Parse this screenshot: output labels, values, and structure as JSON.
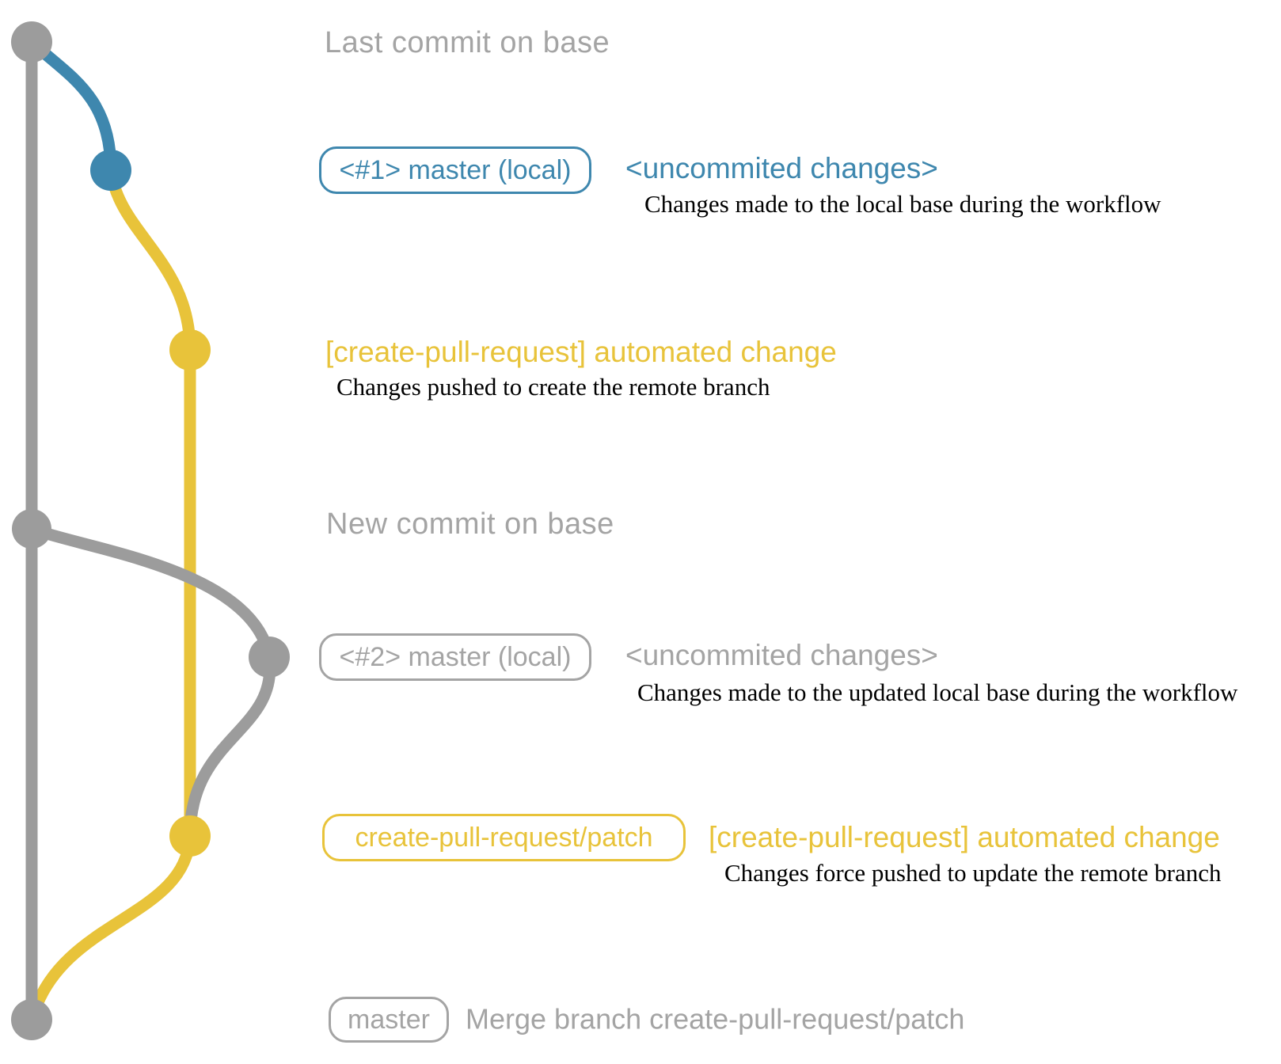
{
  "colors": {
    "gray": "#9c9c9c",
    "gray_text": "#a4a4a4",
    "blue": "#3e87ae",
    "yellow": "#e8c33a",
    "note_ink": "#000000"
  },
  "graph": {
    "nodes": [
      {
        "id": "last-commit-on-base",
        "branch": "base",
        "color": "gray"
      },
      {
        "id": "local-commit-1",
        "branch": "master (local)",
        "color": "blue"
      },
      {
        "id": "remote-branch-commit-1",
        "branch": "create-pull-request/patch",
        "color": "yellow"
      },
      {
        "id": "new-commit-on-base",
        "branch": "base",
        "color": "gray"
      },
      {
        "id": "local-commit-2",
        "branch": "master (local)",
        "color": "gray"
      },
      {
        "id": "remote-branch-commit-2",
        "branch": "create-pull-request/patch",
        "color": "yellow"
      },
      {
        "id": "merge-commit",
        "branch": "base",
        "color": "gray"
      }
    ]
  },
  "rows": [
    {
      "label": "Last commit on base"
    },
    {
      "badge": "<#1> master (local)",
      "heading": "<uncommited changes>",
      "note": "Changes made to the local base during the workflow"
    },
    {
      "heading": "[create-pull-request] automated change",
      "note": "Changes pushed to create the remote branch"
    },
    {
      "label": "New commit on base"
    },
    {
      "badge": "<#2> master (local)",
      "heading": "<uncommited changes>",
      "note": "Changes made to the updated local base during the workflow"
    },
    {
      "badge": "create-pull-request/patch",
      "heading": "[create-pull-request] automated change",
      "note": "Changes force pushed to update the remote branch"
    },
    {
      "badge": "master",
      "label": "Merge branch create-pull-request/patch"
    }
  ]
}
